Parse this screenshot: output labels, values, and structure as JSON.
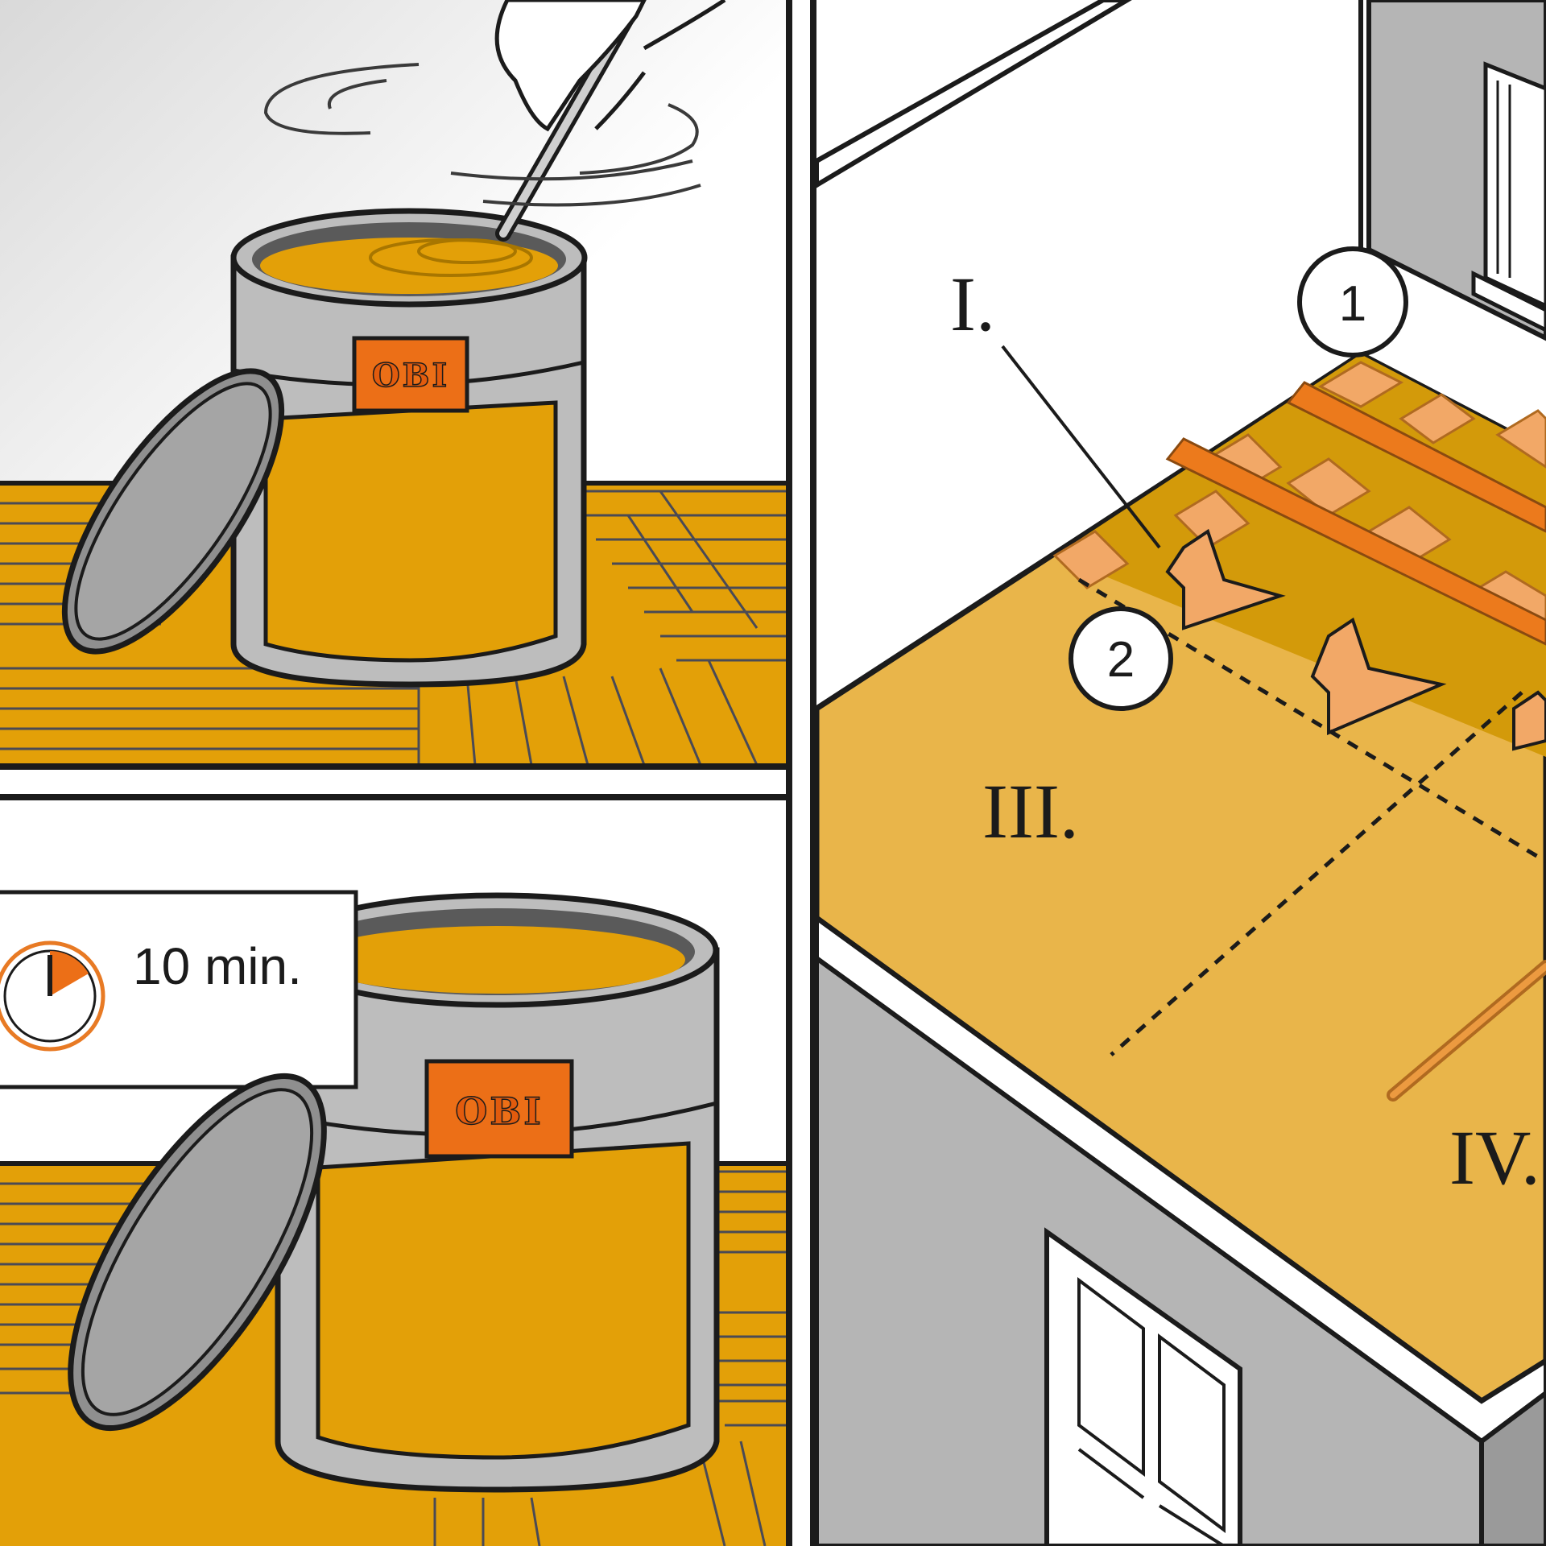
{
  "panels": {
    "top_left": {
      "can_logo": "OBI"
    },
    "bottom_left": {
      "can_logo": "OBI",
      "timer_label": "10 min."
    },
    "right": {
      "section_labels": [
        "I.",
        "III.",
        "IV."
      ],
      "step_markers": [
        "1",
        "2"
      ]
    }
  },
  "colors": {
    "wood": "#e3a008",
    "wood_light": "#e9b54a",
    "accent_orange": "#ec7a1c",
    "light_orange": "#f2a867",
    "wall_gray": "#b5b5b5",
    "outline": "#1b1b1b"
  }
}
